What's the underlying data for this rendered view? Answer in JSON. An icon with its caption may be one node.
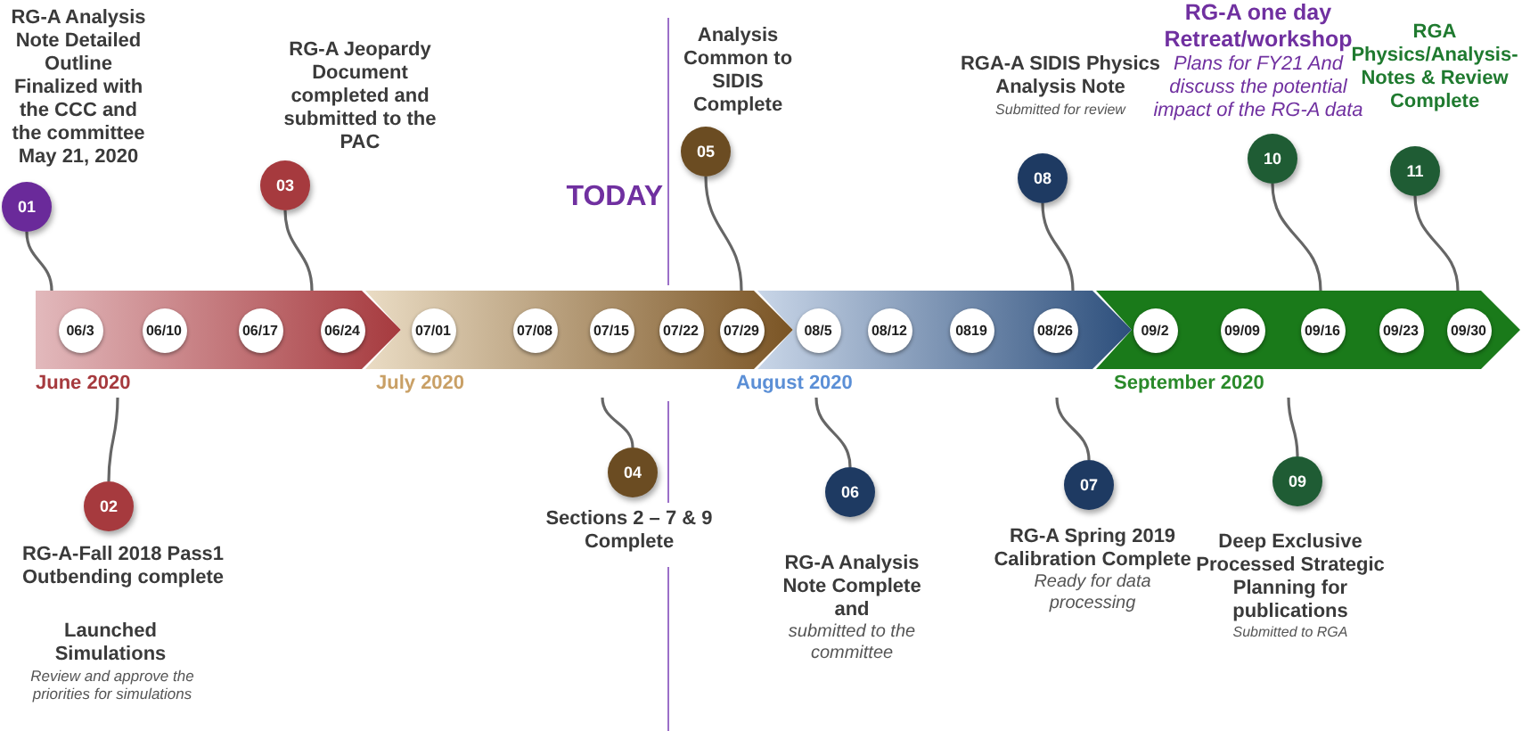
{
  "diagram": {
    "nodes": [
      {
        "text": [
          "June 2020"
        ]
      },
      {
        "text": [
          "06/3"
        ],
        "in": 0
      },
      {
        "text": [
          "06/10"
        ],
        "in": 0
      },
      {
        "text": [
          "06/17"
        ],
        "in": 0
      },
      {
        "text": [
          "06/24"
        ],
        "in": 0
      },
      {
        "text": [
          "July 2020"
        ]
      },
      {
        "text": [
          "07/01"
        ],
        "in": 5
      },
      {
        "text": [
          "07/08"
        ],
        "in": 5
      },
      {
        "text": [
          "07/15"
        ],
        "in": 5
      },
      {
        "text": [
          "07/22"
        ],
        "in": 5
      },
      {
        "text": [
          "07/29"
        ],
        "in": 5
      },
      {
        "text": [
          "August 2020"
        ]
      },
      {
        "text": [
          "08/5"
        ],
        "in": 11
      },
      {
        "text": [
          "08/12"
        ],
        "in": 11
      },
      {
        "text": [
          "0819"
        ],
        "in": 11
      },
      {
        "text": [
          "08/26"
        ],
        "in": 11
      },
      {
        "text": [
          "September 2020"
        ]
      },
      {
        "text": [
          "09/2"
        ],
        "in": 16
      },
      {
        "text": [
          "09/09"
        ],
        "in": 16
      },
      {
        "text": [
          "09/16"
        ],
        "in": 16
      },
      {
        "text": [
          "09/23"
        ],
        "in": 16
      },
      {
        "text": [
          "09/30"
        ],
        "in": 16
      },
      {
        "text": [
          "01"
        ],
        "beside": [
          "RG-A Analysis Note Detailed Outline Finalized with the CCC and the committee May 21, 2020"
        ]
      },
      {
        "text": [
          "02"
        ],
        "beside": [
          "RG-A-Fall 2018 Pass1 Outbending complete"
        ]
      },
      {
        "text": [
          "03"
        ],
        "beside": [
          "RG-A Jeopardy Document completed and submitted to the PAC"
        ]
      },
      {
        "text": [
          "04"
        ],
        "beside": [
          "Sections 2 – 7 & 9 Complete"
        ]
      },
      {
        "text": [
          "05"
        ],
        "beside": [
          "Analysis Common to SIDIS Complete"
        ]
      },
      {
        "text": [
          "06"
        ],
        "beside": [
          "RG-A Analysis Note Complete and",
          "submitted to the committee"
        ]
      },
      {
        "text": [
          "07"
        ],
        "beside": [
          "RG-A Spring 2019 Calibration Complete",
          "Ready for data processing"
        ]
      },
      {
        "text": [
          "08"
        ],
        "beside": [
          "RGA-A SIDIS Physics Analysis Note",
          "Submitted for review"
        ]
      },
      {
        "text": [
          "09"
        ],
        "beside": [
          "Deep Exclusive Processed Strategic Planning for publications",
          "Submitted to RGA"
        ]
      },
      {
        "text": [
          "10"
        ],
        "beside": [
          "RG-A one day Retreat/workshop",
          "Plans for FY21 And discuss the potential impact of the RG-A data"
        ]
      },
      {
        "text": [
          "11"
        ],
        "beside": [
          "RGA Physics/Analysis-Notes & Review Complete"
        ]
      }
    ],
    "edges": [
      {
        "from": 22,
        "to": 0,
        "arrow": "none"
      },
      {
        "from": 23,
        "to": 0,
        "arrow": "none"
      },
      {
        "from": 24,
        "to": 0,
        "arrow": "none"
      },
      {
        "from": 25,
        "to": 5,
        "arrow": "none"
      },
      {
        "from": 26,
        "to": 5,
        "arrow": "none"
      },
      {
        "from": 27,
        "to": 11,
        "arrow": "none"
      },
      {
        "from": 28,
        "to": 11,
        "arrow": "none"
      },
      {
        "from": 29,
        "to": 11,
        "arrow": "none"
      },
      {
        "from": 30,
        "to": 16,
        "arrow": "none"
      },
      {
        "from": 31,
        "to": 16,
        "arrow": "none"
      },
      {
        "from": 32,
        "to": 16,
        "arrow": "none"
      }
    ],
    "labels": [
      "TODAY",
      "Launched Simulations",
      "Review and approve the priorities for simulations"
    ]
  }
}
